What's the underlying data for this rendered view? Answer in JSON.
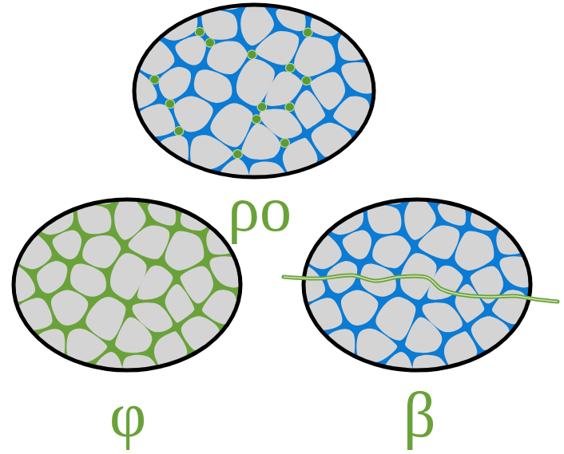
{
  "diagram": {
    "labels": [
      "ρo",
      "φ",
      "β"
    ]
  }
}
